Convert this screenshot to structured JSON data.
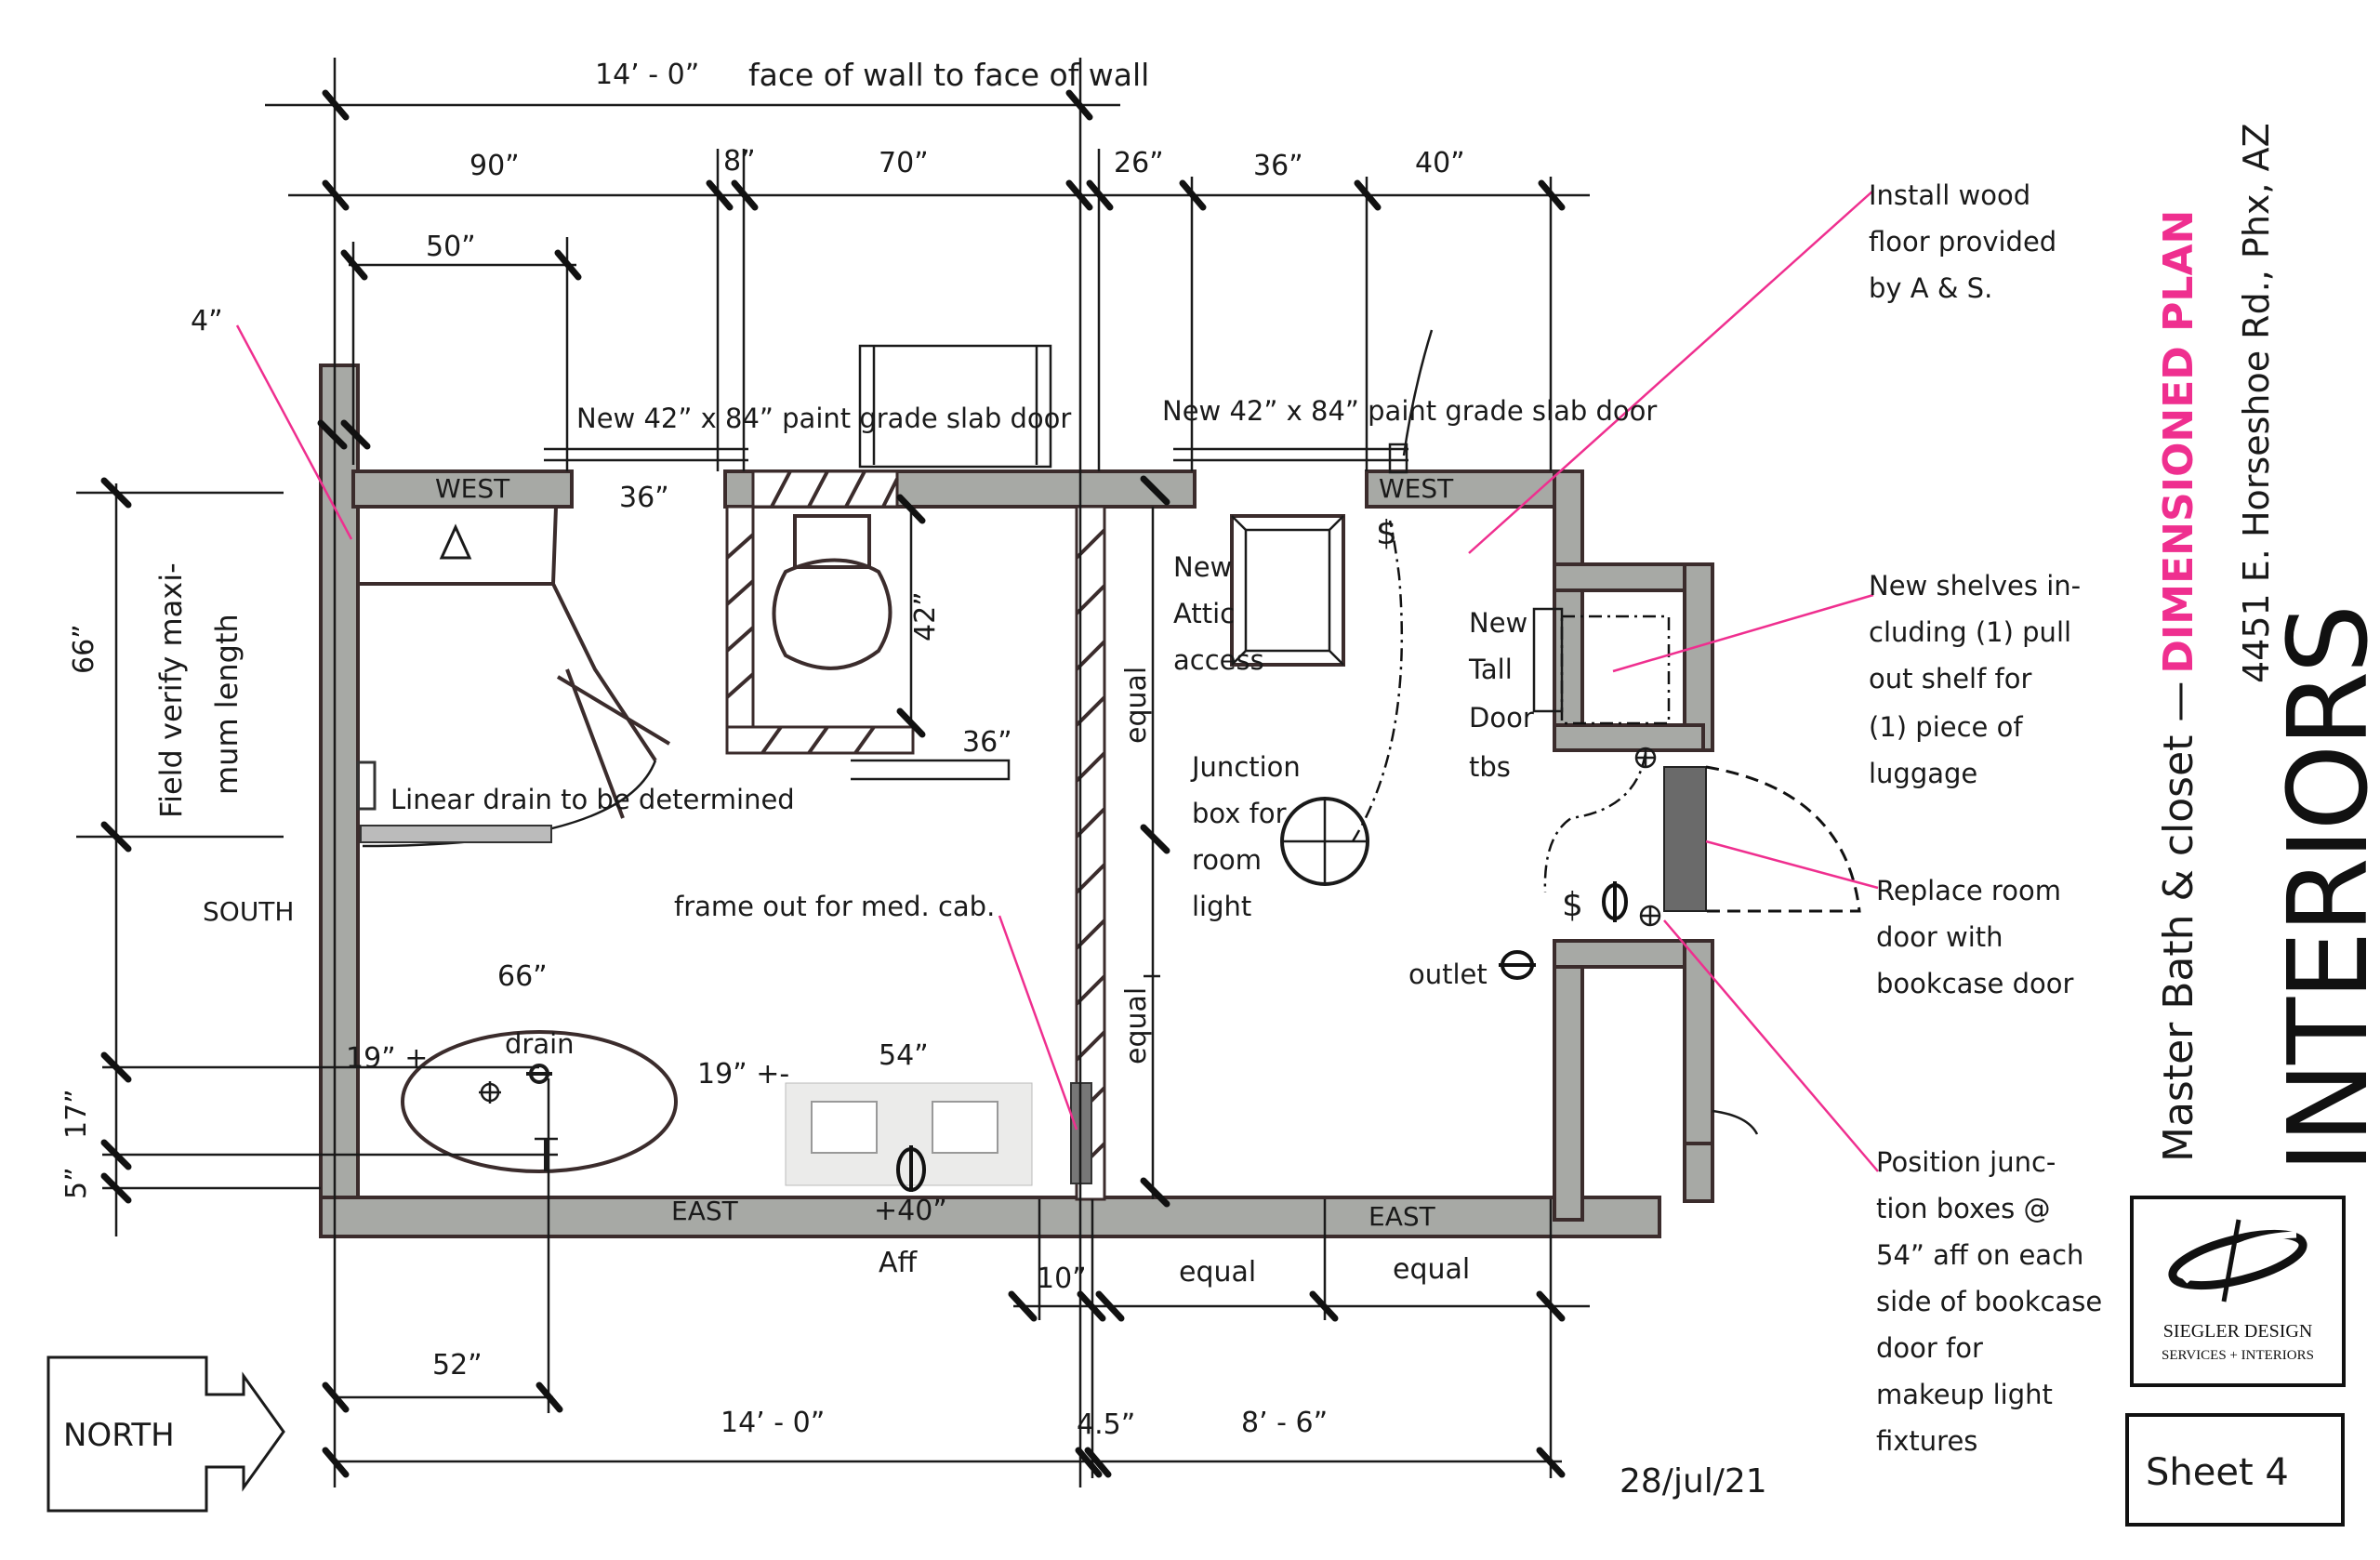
{
  "title": {
    "main": "Master Bath & closet",
    "separator": " —",
    "accent": "DIMENSIONED  PLAN",
    "address": "4451 E. Horseshoe Rd., Phx, AZ"
  },
  "brand": {
    "wordmark": "INTERIORS",
    "company_line1": "SIEGLER DESIGN",
    "company_line2": "SERVICES + INTERIORS",
    "logo_icon": "swoosh-logo-icon"
  },
  "sheet": "Sheet 4",
  "date": "28/jul/21",
  "north_label": "NORTH",
  "walls": {
    "west_left": "WEST",
    "west_right": "WEST",
    "east_left": "EAST",
    "east_right": "EAST",
    "south": "SOUTH"
  },
  "dimensions": {
    "overall_top": "14’ - 0”",
    "overall_top_note": "face of wall to face of wall",
    "d90": "90”",
    "d8": "8”",
    "d70": "70”",
    "d26": "26”",
    "d36_top": "36”",
    "d40": "40”",
    "d50": "50”",
    "d4": "4”",
    "d36_shower": "36”",
    "d42": "42”",
    "d36_wc": "36”",
    "d66_left": "66”",
    "d66_tub": "66”",
    "d19_left": "19” +",
    "d19_right": "19” +-",
    "d54": "54”",
    "d17": "17”",
    "d5": "5”",
    "plus40": "+40”",
    "aff": "Aff",
    "d10": "10”",
    "equal_b1": "equal",
    "equal_b2": "equal",
    "equal_v1": "equal",
    "equal_v2": "equal",
    "d52": "52”",
    "overall_bottom_left": "14’ - 0”",
    "d4_5": "4.5”",
    "overall_bottom_right": "8’ - 6”"
  },
  "notes": {
    "door_left": "New 42” x 84” paint grade slab door",
    "door_right": "New 42” x 84” paint grade slab door",
    "field_verify_1": "Field verify maxi-",
    "field_verify_2": "mum length",
    "linear_drain": "Linear drain to be determined",
    "drain": "drain",
    "frame_med_cab": "frame out for med. cab.",
    "attic_1": "New",
    "attic_2": "Attic",
    "attic_3": "access",
    "junction_1": "Junction",
    "junction_2": "box for",
    "junction_3": "room",
    "junction_4": "light",
    "tall_door_1": "New",
    "tall_door_2": "Tall",
    "tall_door_3": "Door",
    "tall_door_4": "tbs",
    "outlet": "outlet",
    "switch_1": "$",
    "switch_2": "$",
    "wood_floor_1": "Install wood",
    "wood_floor_2": "floor provided",
    "wood_floor_3": "by A & S.",
    "shelves_1": "New shelves in-",
    "shelves_2": "cluding (1) pull",
    "shelves_3": "out shelf for",
    "shelves_4": "(1) piece of",
    "shelves_5": "luggage",
    "replace_door_1": "Replace room",
    "replace_door_2": "door with",
    "replace_door_3": "bookcase door",
    "junction_boxes_1": "Position junc-",
    "junction_boxes_2": "tion boxes @",
    "junction_boxes_3": "54” aff on each",
    "junction_boxes_4": "side of bookcase",
    "junction_boxes_5": "door for",
    "junction_boxes_6": "makeup light",
    "junction_boxes_7": "fixtures"
  },
  "colors": {
    "accent_pink": "#ef2f8f",
    "wall_fill": "#a7a9a5",
    "ink": "#1a1a1a"
  }
}
